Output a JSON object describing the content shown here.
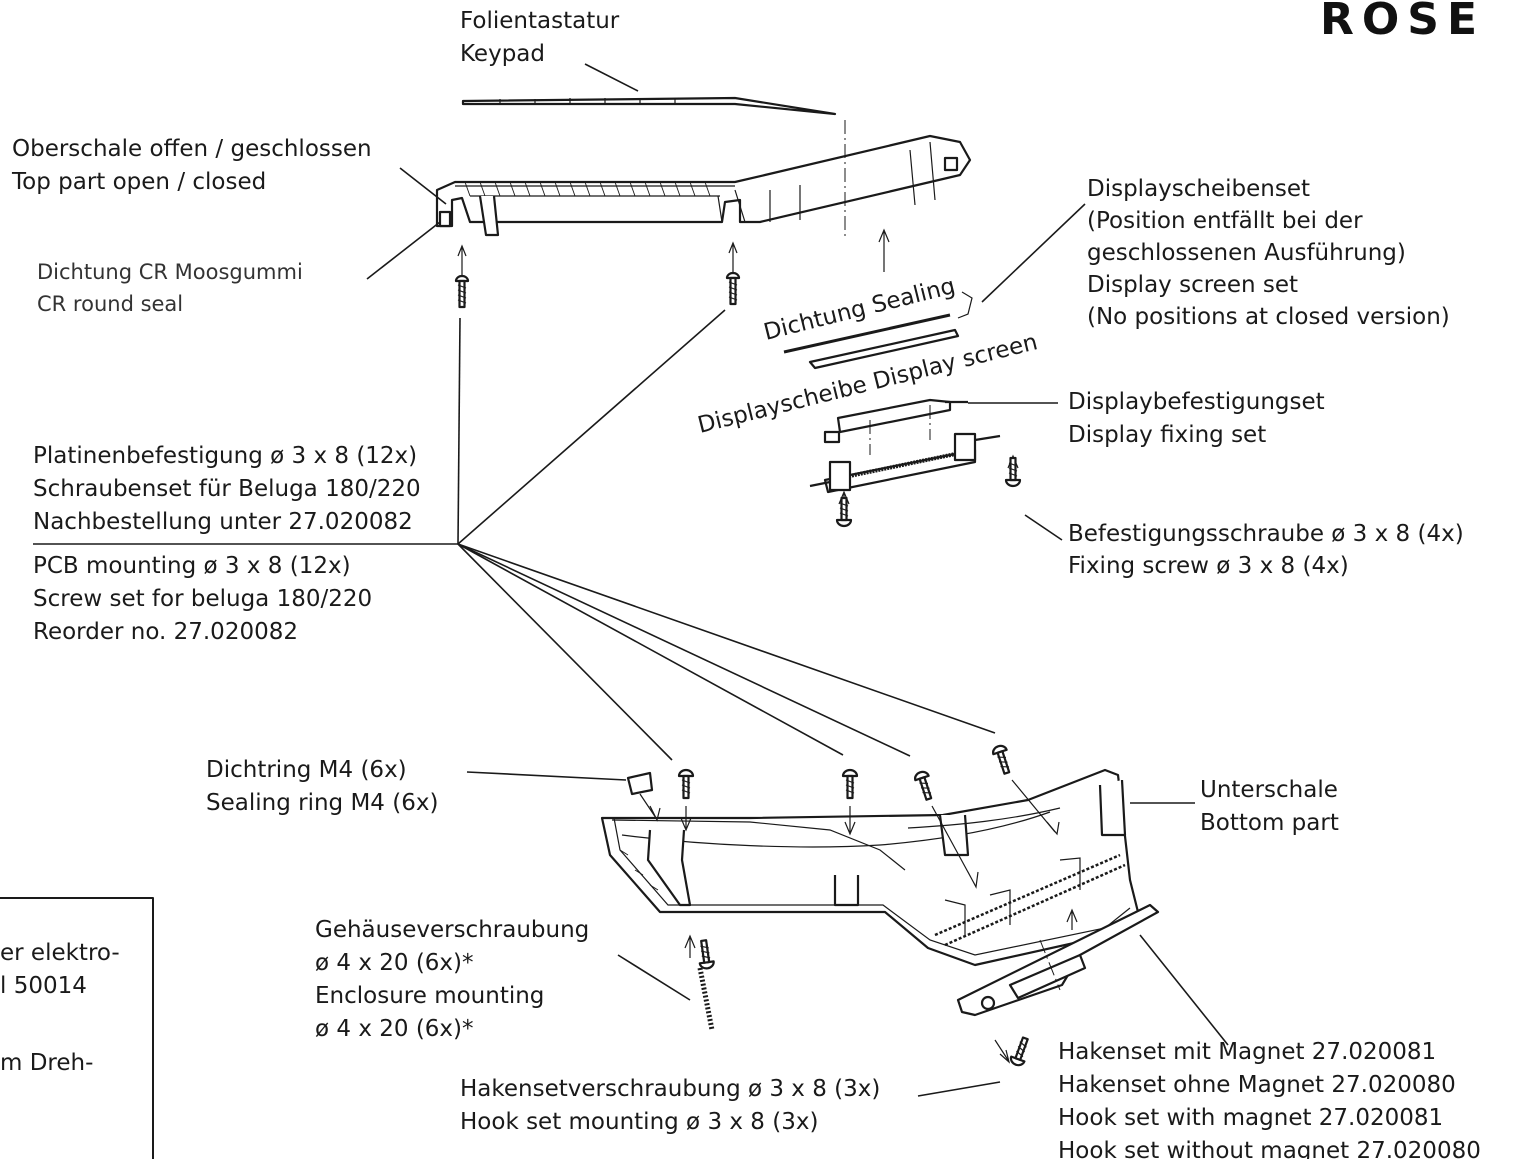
{
  "brand": "ROSE",
  "labels": {
    "keypad": [
      "Folientastatur",
      "Keypad"
    ],
    "top_part": [
      "Oberschale offen / geschlossen",
      "Top part open / closed"
    ],
    "round_seal": [
      "Dichtung CR Moosgummi",
      "CR round seal"
    ],
    "display_screen_set": [
      "Displayscheibenset",
      "(Position entfällt bei der",
      "geschlossenen Ausführung)",
      "Display screen set",
      "(No positions at closed version)"
    ],
    "sealing": "Dichtung  Sealing",
    "display_screen": "Displayscheibe  Display screen",
    "display_fixing_set": [
      "Displaybefestigungset",
      "Display fixing set"
    ],
    "fixing_screw": [
      "Befestigungsschraube ø 3 x 8 (4x)",
      "Fixing screw ø 3 x 8 (4x)"
    ],
    "pcb_mounting_de": [
      "Platinenbefestigung ø 3 x 8 (12x)",
      "Schraubenset für Beluga 180/220",
      "Nachbestellung unter 27.020082"
    ],
    "pcb_mounting_en": [
      "PCB mounting ø 3 x 8 (12x)",
      "Screw set for beluga 180/220",
      "Reorder no. 27.020082"
    ],
    "sealing_ring": [
      "Dichtring M4 (6x)",
      "Sealing ring M4 (6x)"
    ],
    "bottom_part": [
      "Unterschale",
      "Bottom part"
    ],
    "enclosure_mounting": [
      "Gehäuseverschraubung",
      "ø 4 x 20 (6x)*",
      "Enclosure mounting",
      "ø 4 x 20 (6x)*"
    ],
    "hook_set_mounting": [
      "Hakensetverschraubung ø 3 x 8 (3x)",
      "Hook set mounting ø 3 x 8 (3x)"
    ],
    "hook_set": [
      "Hakenset mit Magnet 27.020081",
      "Hakenset ohne Magnet 27.020080",
      "Hook set with magnet 27.020081",
      "Hook set without magnet 27.020080"
    ]
  },
  "note_box": {
    "lines": [
      "er elektro-",
      "l 50014",
      "m Dreh-"
    ]
  }
}
